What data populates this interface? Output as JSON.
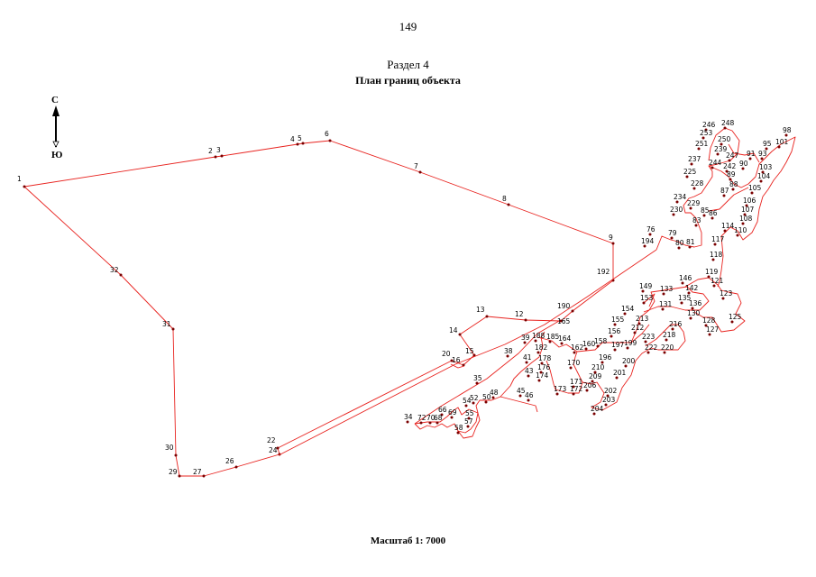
{
  "page_number": "149",
  "section": "Раздел 4",
  "title": "План границ объекта",
  "scale": "Масштаб 1: 7000",
  "north_arrow": {
    "north": "С",
    "south": "Ю"
  },
  "colors": {
    "boundary": "#e8231f",
    "vertex": "#7a0000",
    "text": "#000000"
  },
  "west_polygon": [
    "1",
    "2",
    "3",
    "4",
    "5",
    "6",
    "7",
    "8",
    "9",
    "192",
    "190",
    "165",
    "12",
    "13",
    "14",
    "15",
    "16",
    "20",
    "22",
    "24",
    "26",
    "27",
    "29",
    "30",
    "31",
    "32"
  ],
  "east_labels": [
    "34",
    "35",
    "38",
    "39",
    "41",
    "43",
    "45",
    "46",
    "48",
    "50",
    "52",
    "54",
    "55",
    "57",
    "58",
    "66",
    "68",
    "69",
    "70",
    "72",
    "76",
    "79",
    "80",
    "81",
    "83",
    "85",
    "86",
    "87",
    "88",
    "89",
    "90",
    "91",
    "93",
    "95",
    "98",
    "101",
    "103",
    "104",
    "105",
    "106",
    "107",
    "108",
    "110",
    "114",
    "117",
    "118",
    "119",
    "121",
    "123",
    "125",
    "127",
    "128",
    "130",
    "131",
    "133",
    "135",
    "136",
    "142",
    "146",
    "149",
    "153",
    "154",
    "155",
    "156",
    "158",
    "160",
    "162",
    "164",
    "170",
    "171",
    "172",
    "173",
    "174",
    "176",
    "178",
    "182",
    "185",
    "188",
    "194",
    "196",
    "197",
    "199",
    "200",
    "201",
    "202",
    "203",
    "204",
    "206",
    "209",
    "210",
    "212",
    "213",
    "216",
    "218",
    "220",
    "222",
    "223",
    "225",
    "228",
    "229",
    "230",
    "234",
    "237",
    "239",
    "242",
    "244",
    "246",
    "247",
    "248",
    "250",
    "251",
    "253"
  ]
}
